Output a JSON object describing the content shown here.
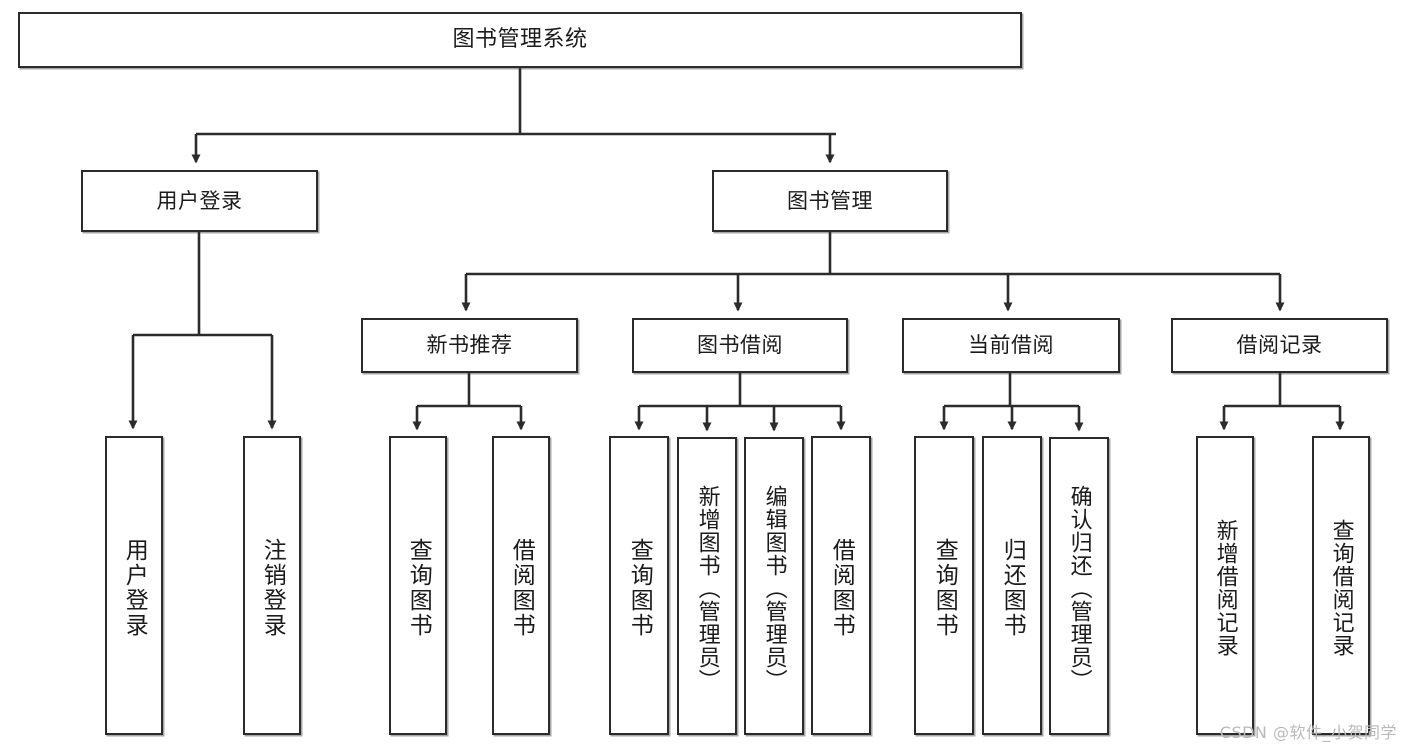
{
  "diagram": {
    "title": "图书管理系统",
    "watermark": "CSDN @软件_小贺同学",
    "line_color": "#2b2b2b",
    "box_fill": "#ffffff",
    "text_color": "#1b1b1b",
    "levels": {
      "root": {
        "label": "图书管理系统"
      },
      "level1": [
        {
          "label": "用户登录"
        },
        {
          "label": "图书管理"
        }
      ],
      "level2": [
        {
          "label": "新书推荐"
        },
        {
          "label": "图书借阅"
        },
        {
          "label": "当前借阅"
        },
        {
          "label": "借阅记录"
        }
      ],
      "leaves_user_login": [
        {
          "label": "用户登录"
        },
        {
          "label": "注销登录"
        }
      ],
      "leaves_new_book": [
        {
          "label": "查询图书"
        },
        {
          "label": "借阅图书"
        }
      ],
      "leaves_borrow": [
        {
          "label": "查询图书"
        },
        {
          "label": "新增图书（管理员）"
        },
        {
          "label": "编辑图书（管理员）"
        },
        {
          "label": "借阅图书"
        }
      ],
      "leaves_current": [
        {
          "label": "查询图书"
        },
        {
          "label": "归还图书"
        },
        {
          "label": "确认归还（管理员）"
        }
      ],
      "leaves_record": [
        {
          "label": "新增借阅记录"
        },
        {
          "label": "查询借阅记录"
        }
      ]
    }
  }
}
